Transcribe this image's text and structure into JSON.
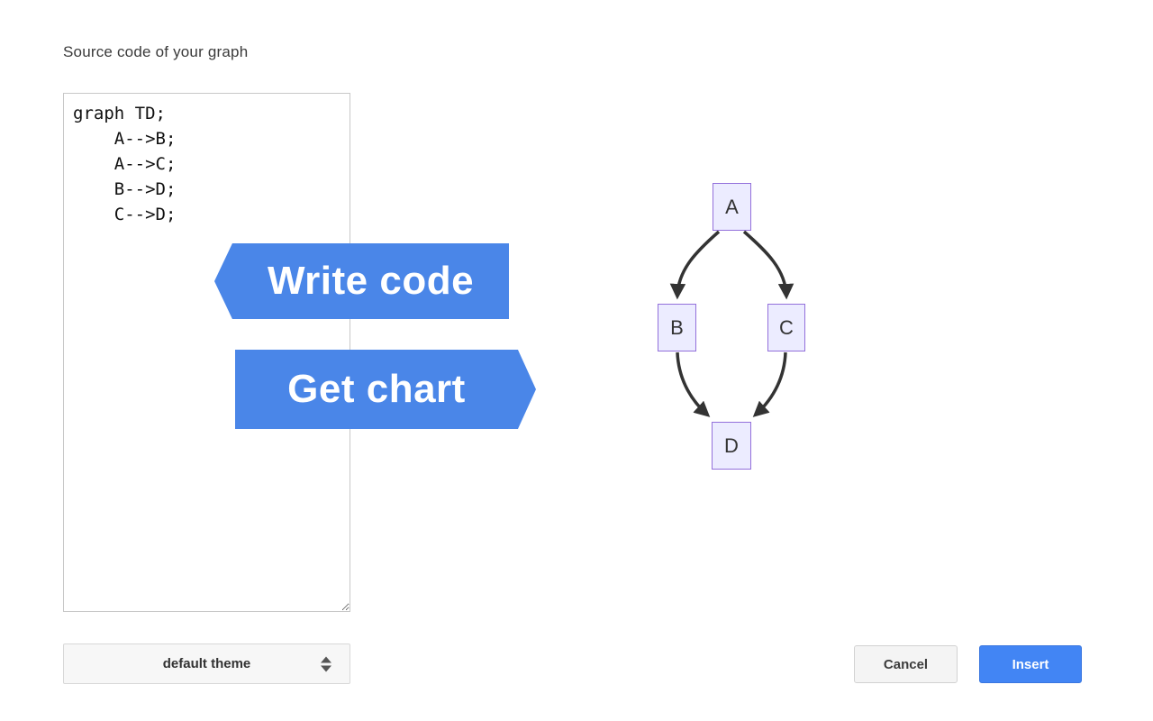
{
  "header": {
    "label": "Source code of your graph"
  },
  "editor": {
    "code": "graph TD;\n    A-->B;\n    A-->C;\n    B-->D;\n    C-->D;"
  },
  "callouts": {
    "write_code": "Write code",
    "get_chart": "Get chart",
    "banner_color": "#4a86e8"
  },
  "diagram": {
    "type": "flowchart",
    "direction": "top-down",
    "nodes": [
      {
        "id": "A",
        "label": "A"
      },
      {
        "id": "B",
        "label": "B"
      },
      {
        "id": "C",
        "label": "C"
      },
      {
        "id": "D",
        "label": "D"
      }
    ],
    "edges": [
      {
        "from": "A",
        "to": "B"
      },
      {
        "from": "A",
        "to": "C"
      },
      {
        "from": "B",
        "to": "D"
      },
      {
        "from": "C",
        "to": "D"
      }
    ],
    "node_fill": "#ECECFF",
    "node_border": "#9370DB",
    "edge_color": "#333333"
  },
  "footer": {
    "theme_select": {
      "value": "default theme",
      "icon": "updown-arrows-icon"
    },
    "cancel_label": "Cancel",
    "insert_label": "Insert",
    "insert_color": "#4285f4"
  }
}
